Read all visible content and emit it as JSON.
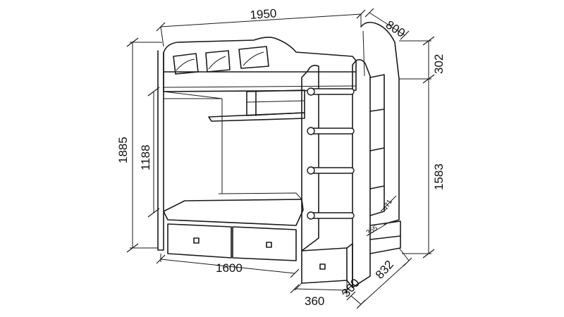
{
  "dimensions": {
    "total_width": "1950",
    "depth": "800",
    "top_rail_height": "302",
    "total_height": "1885",
    "lower_bunk_clearance": "1188",
    "stair_height": "1583",
    "step_depth_small": "471",
    "step_width_small": "355",
    "lower_bed_length": "1600",
    "stair_module_width": "360",
    "stair_drawer_depth": "300",
    "stair_depth": "832"
  }
}
